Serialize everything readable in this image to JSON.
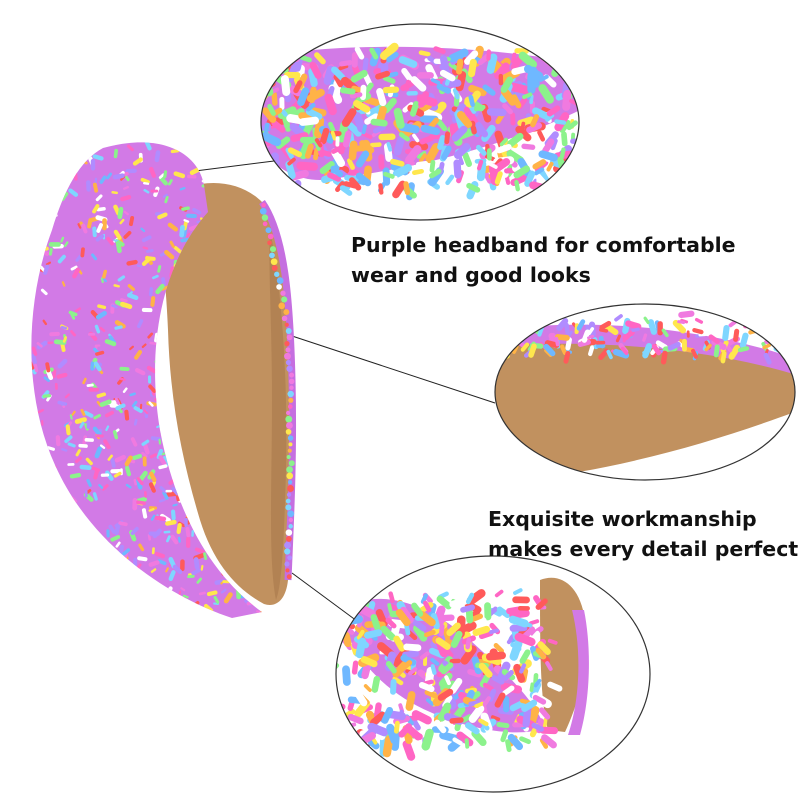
{
  "captions": {
    "top": {
      "line1": "Purple headband for comfortable",
      "line2": "wear and good looks"
    },
    "middle": {
      "line1": "Exquisite workmanship",
      "line2": "makes every detail perfect"
    }
  },
  "colors": {
    "headband": "#d27ae6",
    "felt_lining": "#c1915f",
    "felt_dark": "#a67648",
    "callout_line": "#222222",
    "sprinkles": [
      "#ff66c4",
      "#7fd6ff",
      "#ffe74d",
      "#8cf28c",
      "#ffffff",
      "#ff5a5a",
      "#b08cff",
      "#ffb347",
      "#6fb8ff",
      "#f07ae0"
    ]
  },
  "icons": [
    "headband-photo",
    "zoom-callout-top",
    "zoom-callout-middle",
    "zoom-callout-bottom"
  ]
}
